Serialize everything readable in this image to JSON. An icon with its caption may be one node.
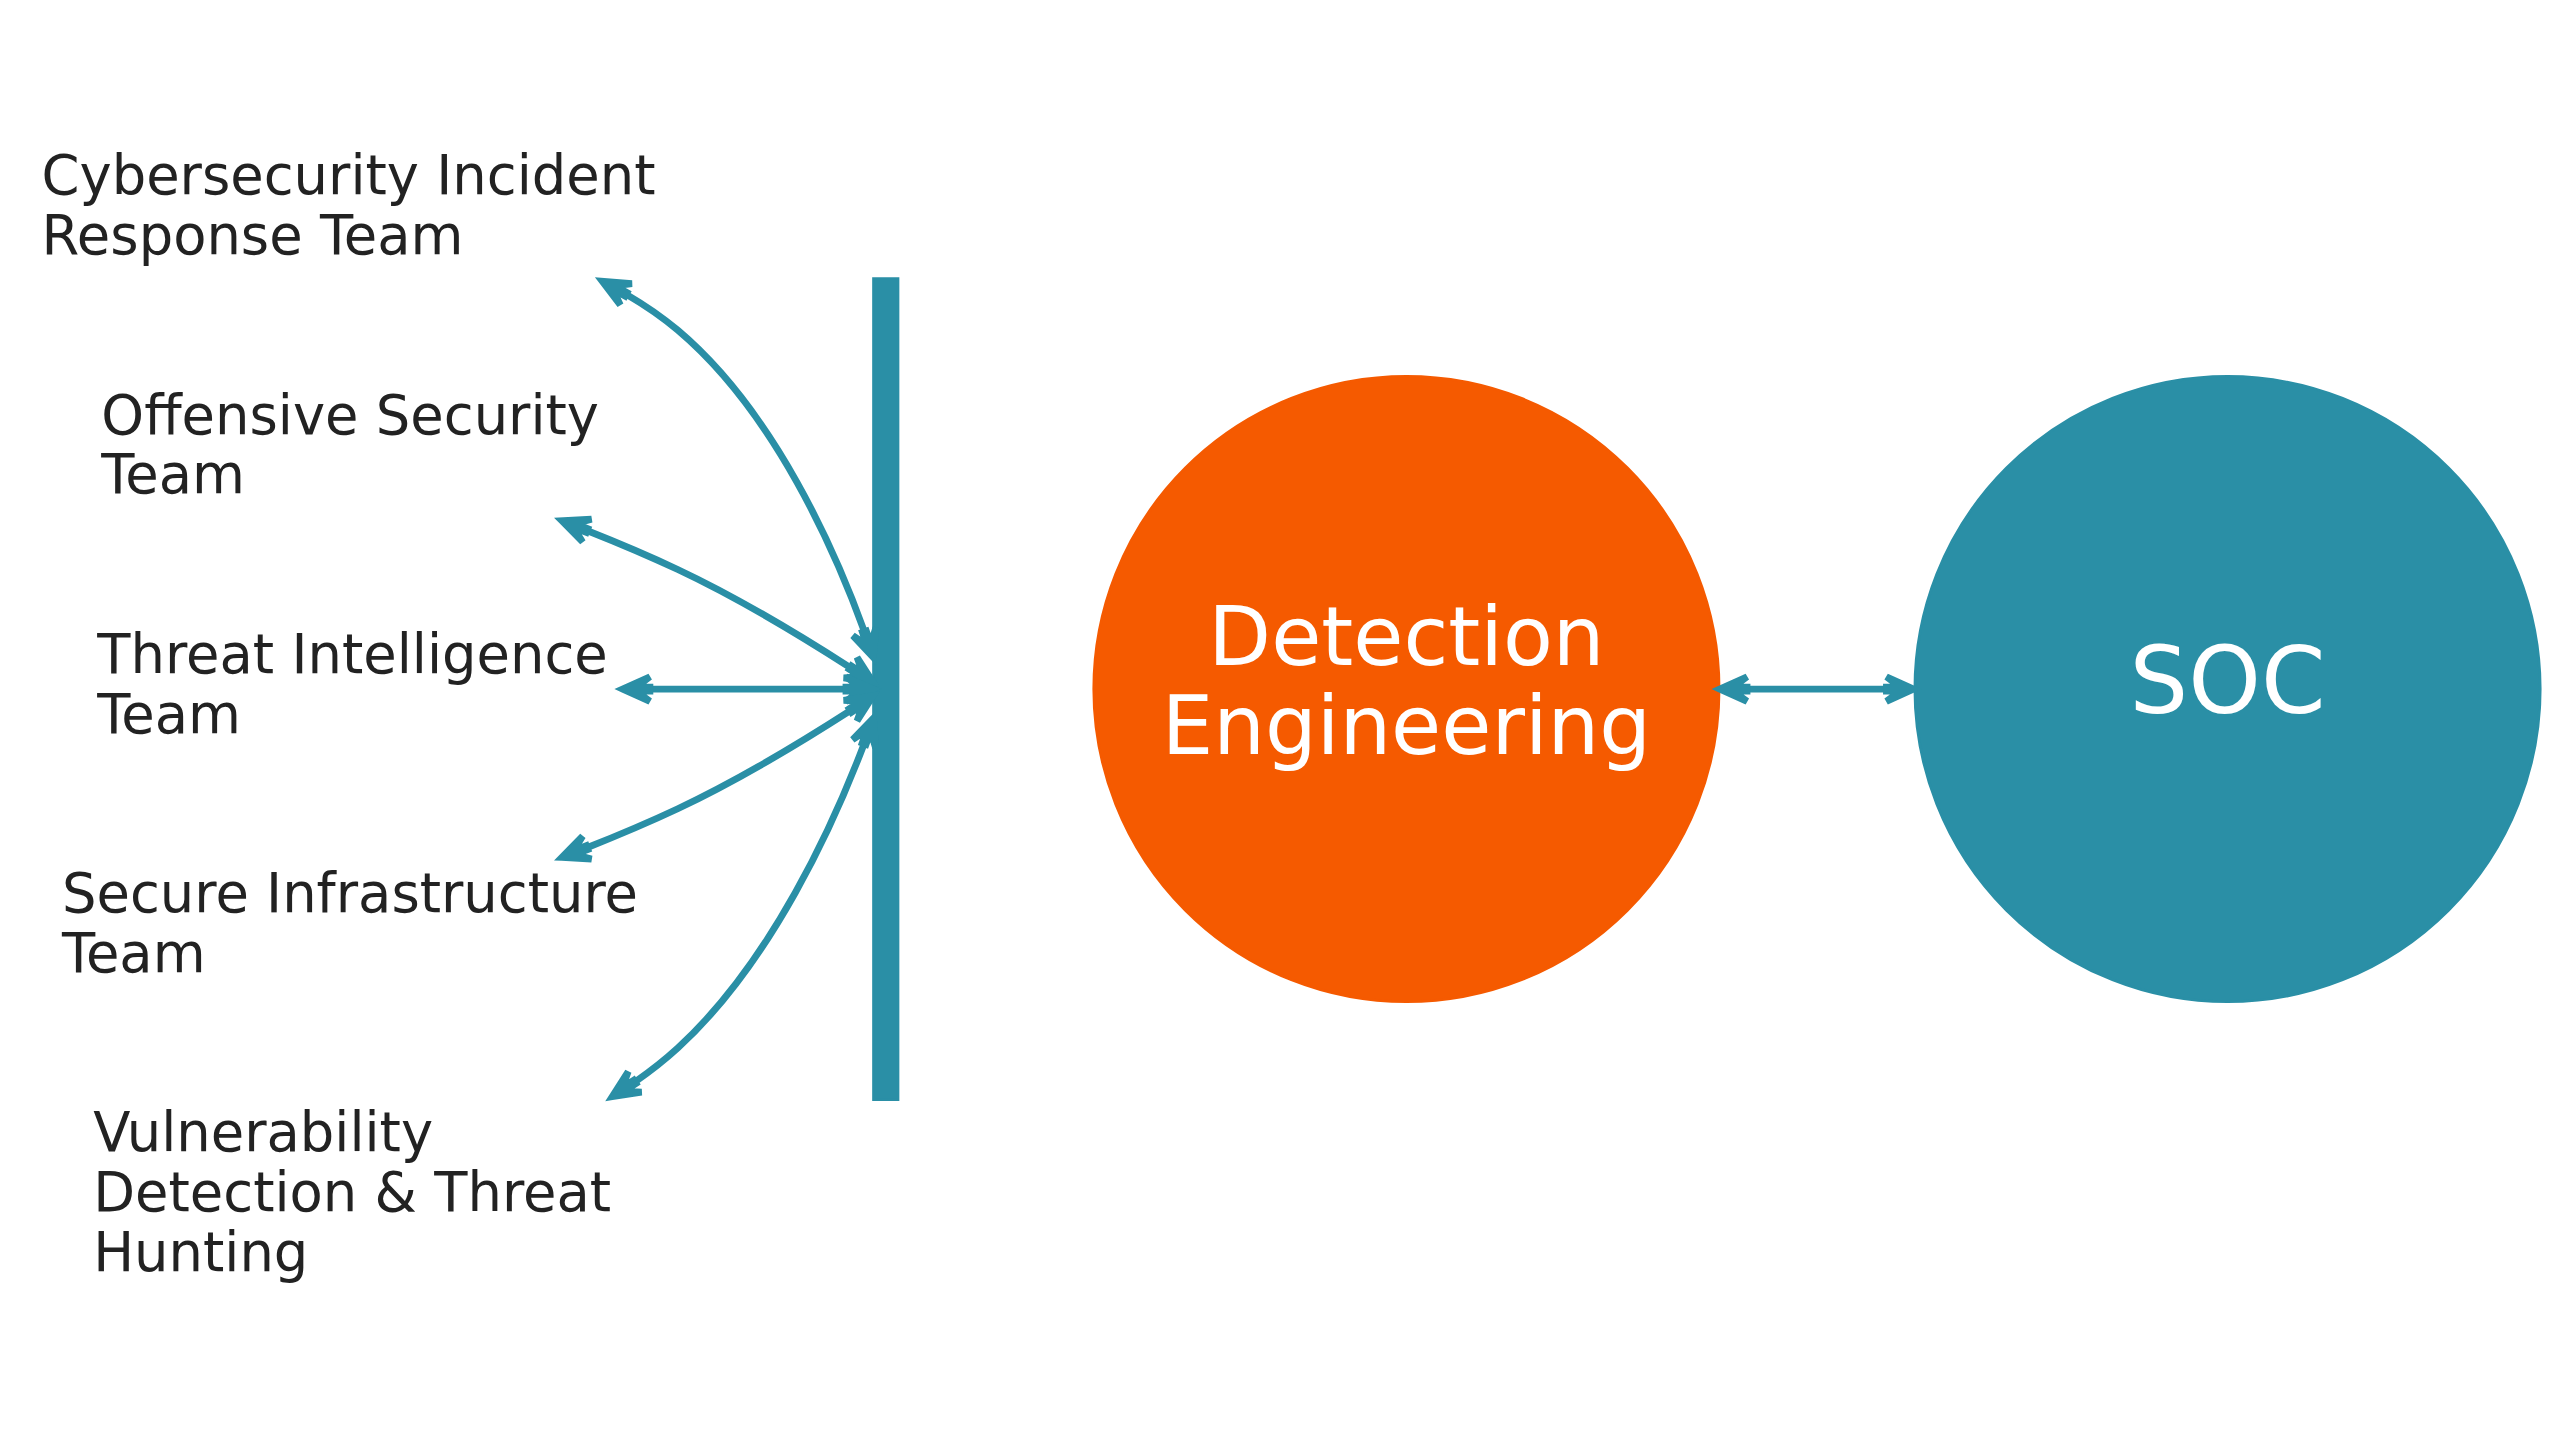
{
  "diagram": {
    "nodes": [
      {
        "text": [
          "Cybersecurity Incident Response Team"
        ]
      },
      {
        "text": [
          "Offensive Security Team"
        ]
      },
      {
        "text": [
          "Threat Intelligence Team"
        ]
      },
      {
        "text": [
          "Secure Infrastructure Team"
        ]
      },
      {
        "text": [
          "Vulnerability Detection & Threat Hunting"
        ]
      },
      {
        "text": [],
        "shape": "arc"
      },
      {
        "text": [
          "Detection Engineering"
        ]
      },
      {
        "text": [
          "SOC"
        ]
      }
    ],
    "edges": [
      {
        "from": 0,
        "to": 5,
        "arrow": "both"
      },
      {
        "from": 1,
        "to": 5,
        "arrow": "both"
      },
      {
        "from": 2,
        "to": 5,
        "arrow": "both"
      },
      {
        "from": 3,
        "to": 5,
        "arrow": "both"
      },
      {
        "from": 4,
        "to": 5,
        "arrow": "both"
      },
      {
        "from": 6,
        "to": 7,
        "arrow": "both"
      }
    ]
  }
}
